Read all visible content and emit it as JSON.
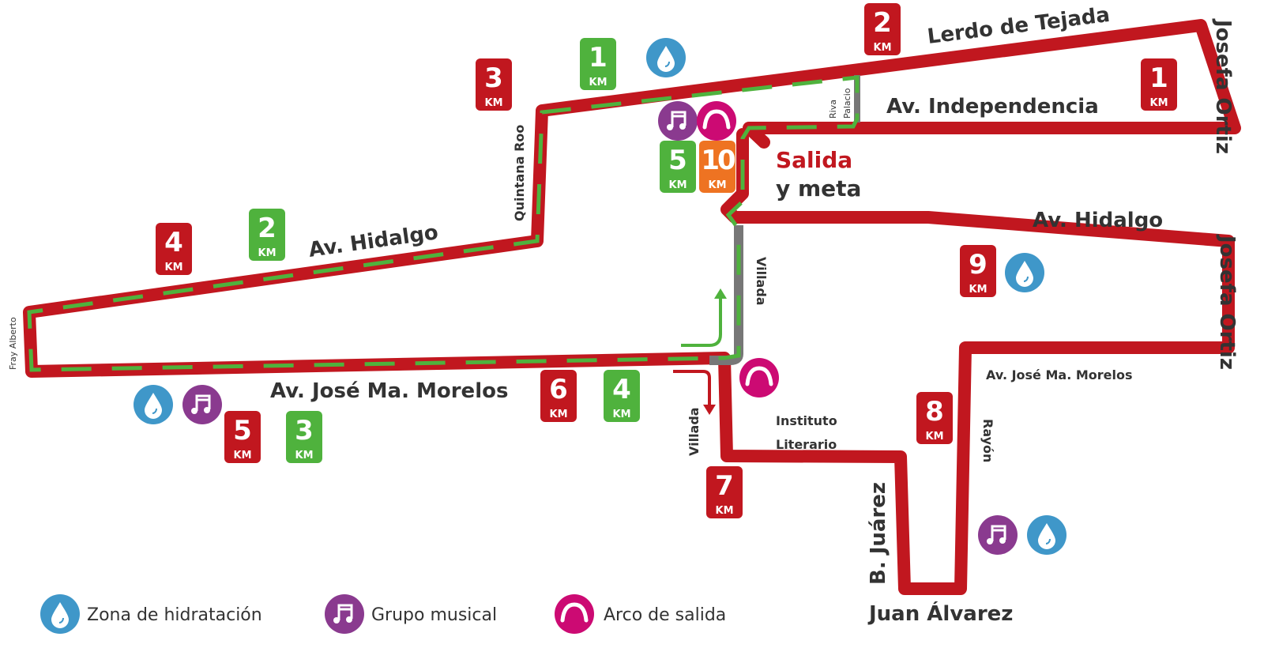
{
  "colors": {
    "route_10k": "#c1171f",
    "route_5k": "#4fb23d",
    "shared": "#777777",
    "water": "#3f97c9",
    "music": "#8a3a8f",
    "arch": "#cc0a73",
    "orange": "#ee7322"
  },
  "start_finish": {
    "line1": "Salida",
    "line2": "y meta"
  },
  "streets": {
    "lerdo": "Lerdo de Tejada",
    "independencia": "Av. Independencia",
    "josefa1": "Josefa Ortiz",
    "josefa2": "Josefa Ortiz",
    "riva1": "Riva",
    "riva2": "Palacio",
    "quintana": "Quintana Roo",
    "hidalgo_w": "Av. Hidalgo",
    "hidalgo_e": "Av. Hidalgo",
    "fray": "Fray Alberto",
    "morelos_w": "Av. José Ma. Morelos",
    "morelos_e": "Av. José Ma. Morelos",
    "villada_n": "Villada",
    "villada_s": "Villada",
    "instituto1": "Instituto",
    "instituto2": "Literario",
    "juarez": "B. Juárez",
    "alvarez": "Juan Álvarez",
    "rayon": "Rayón"
  },
  "km_unit": "KM",
  "markers_10k": [
    "1",
    "2",
    "3",
    "4",
    "5",
    "6",
    "7",
    "8",
    "9"
  ],
  "markers_5k": [
    "1",
    "2",
    "3",
    "4",
    "5"
  ],
  "marker_10": "10",
  "legend": [
    {
      "icon": "water-drop-icon",
      "label": "Zona de hidratación"
    },
    {
      "icon": "music-note-icon",
      "label": "Grupo musical"
    },
    {
      "icon": "arch-icon",
      "label": "Arco de salida"
    }
  ]
}
